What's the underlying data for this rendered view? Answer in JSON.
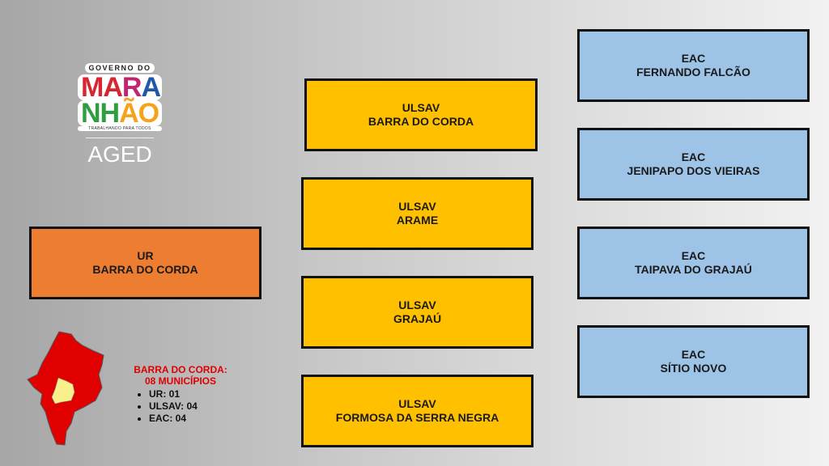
{
  "logo": {
    "line1": "GOVERNO DO",
    "line2": "MARA",
    "line3": "NHÃO",
    "tagline": "TRABALHANDO PARA TODOS",
    "agency": "AGED"
  },
  "ur": {
    "type": "UR",
    "name": "BARRA DO CORDA",
    "color": "#ed7d31"
  },
  "ulsav": [
    {
      "type": "ULSAV",
      "name": "BARRA DO CORDA"
    },
    {
      "type": "ULSAV",
      "name": "ARAME"
    },
    {
      "type": "ULSAV",
      "name": "GRAJAÚ"
    },
    {
      "type": "ULSAV",
      "name": "FORMOSA DA SERRA NEGRA"
    }
  ],
  "eac": [
    {
      "type": "EAC",
      "name": "FERNANDO FALCÃO"
    },
    {
      "type": "EAC",
      "name": "JENIPAPO DOS VIEIRAS"
    },
    {
      "type": "EAC",
      "name": "TAIPAVA DO GRAJAÚ"
    },
    {
      "type": "EAC",
      "name": "SÍTIO NOVO"
    }
  ],
  "legend": {
    "title1": "BARRA DO CORDA:",
    "title2": "08 MUNICÍPIOS",
    "items": [
      "UR: 01",
      "ULSAV: 04",
      "EAC: 04"
    ]
  }
}
